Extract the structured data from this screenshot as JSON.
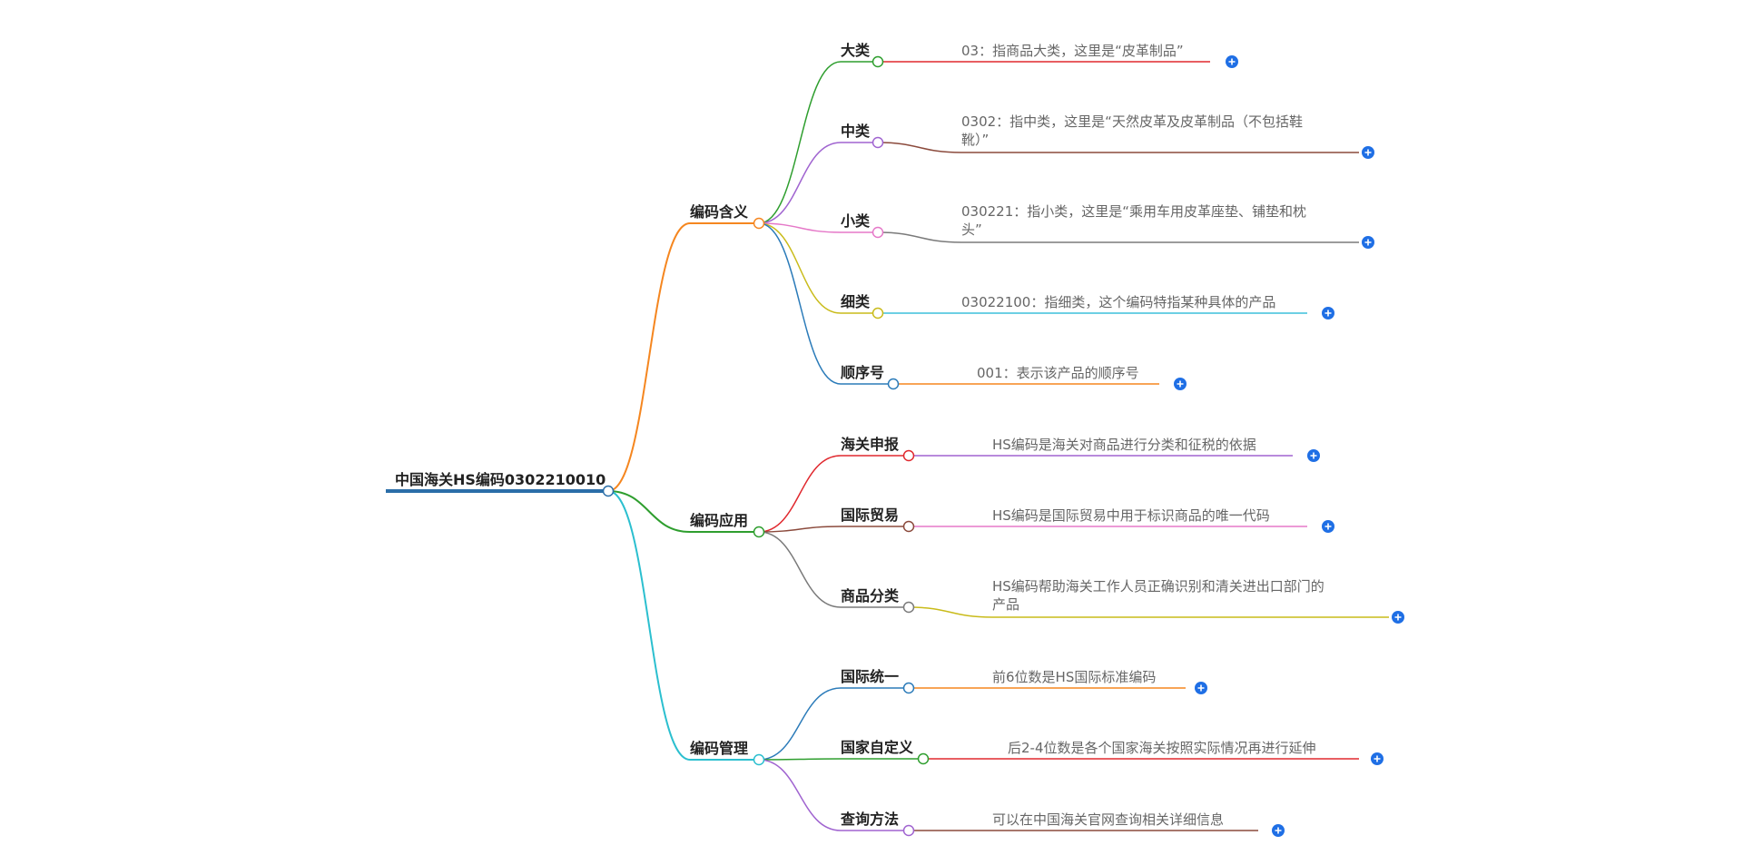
{
  "mindmap": {
    "root": "中国海关HS编码0302210010",
    "branches": [
      {
        "label": "编码含义",
        "color": "#f5861f",
        "children": [
          {
            "label": "大类",
            "color": "#2e9e2e",
            "leafColor": "#e0282e",
            "text": [
              "03：指商品大类，这里是“皮革制品”"
            ]
          },
          {
            "label": "中类",
            "color": "#a064d0",
            "leafColor": "#8b4a3c",
            "text": [
              "0302：指中类，这里是“天然皮革及皮革制品（不包括鞋",
              "靴）”"
            ]
          },
          {
            "label": "小类",
            "color": "#e578c8",
            "leafColor": "#7a7a7a",
            "text": [
              "030221：指小类，这里是“乘用车用皮革座垫、铺垫和枕",
              "头”"
            ]
          },
          {
            "label": "细类",
            "color": "#c9bb1a",
            "leafColor": "#3dbfdc",
            "text": [
              "03022100：指细类，这个编码特指某种具体的产品"
            ]
          },
          {
            "label": "顺序号",
            "color": "#2b7bb9",
            "leafColor": "#f5861f",
            "text": [
              "001：表示该产品的顺序号"
            ]
          }
        ]
      },
      {
        "label": "编码应用",
        "color": "#2e9e2e",
        "children": [
          {
            "label": "海关申报",
            "color": "#e0282e",
            "leafColor": "#a064d0",
            "text": [
              "HS编码是海关对商品进行分类和征税的依据"
            ]
          },
          {
            "label": "国际贸易",
            "color": "#8b4a3c",
            "leafColor": "#e578c8",
            "text": [
              "HS编码是国际贸易中用于标识商品的唯一代码"
            ]
          },
          {
            "label": "商品分类",
            "color": "#7a7a7a",
            "leafColor": "#c9bb1a",
            "text": [
              "HS编码帮助海关工作人员正确识别和清关进出口部门的",
              "产品"
            ]
          }
        ]
      },
      {
        "label": "编码管理",
        "color": "#2bbfcf",
        "children": [
          {
            "label": "国际统一",
            "color": "#2b7bb9",
            "leafColor": "#f5861f",
            "text": [
              "前6位数是HS国际标准编码"
            ]
          },
          {
            "label": "国家自定义",
            "color": "#2e9e2e",
            "leafColor": "#e0282e",
            "text": [
              "后2-4位数是各个国家海关按照实际情况再进行延伸"
            ]
          },
          {
            "label": "查询方法",
            "color": "#a064d0",
            "leafColor": "#8b4a3c",
            "text": [
              "可以在中国海关官网查询相关详细信息"
            ]
          }
        ]
      }
    ],
    "colors": {
      "rootLine": "#2b6ea8",
      "expandButton": "#1f6fe5"
    },
    "icons": {
      "expand": "plus-circle-icon"
    }
  }
}
